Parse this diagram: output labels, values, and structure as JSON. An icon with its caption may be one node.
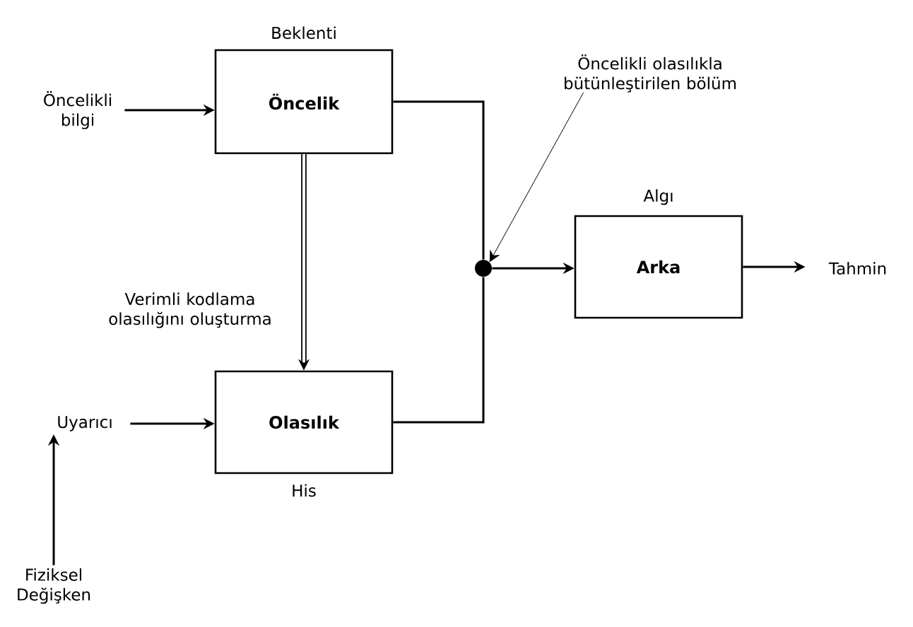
{
  "diagram": {
    "nodes": [
      {
        "text": [
          "Öncelikli bilgi"
        ]
      },
      {
        "text": [
          "Öncelik"
        ],
        "beside": [
          "Beklenti"
        ]
      },
      {
        "text": [
          "Olasılık"
        ],
        "beside": [
          "His"
        ]
      },
      {
        "text": [
          "Uyarıcı"
        ]
      },
      {
        "text": [
          "Fiziksel Değişken"
        ]
      },
      {
        "text": [],
        "shape": "circle"
      },
      {
        "text": [
          "Arka"
        ],
        "beside": [
          "Algı"
        ]
      },
      {
        "text": [
          "Tahmin"
        ]
      },
      {
        "text": [
          "Öncelikli olasılıkla bütünleştirilen bölüm"
        ]
      }
    ],
    "edges": [
      {
        "from": 0,
        "to": 1,
        "arrow": "to"
      },
      {
        "from": 1,
        "to": 2,
        "arrow": "to",
        "label": "Verimli kodlama olasılığını oluşturma",
        "style": "thick"
      },
      {
        "from": 3,
        "to": 2,
        "arrow": "to"
      },
      {
        "from": 4,
        "to": 3,
        "arrow": "to"
      },
      {
        "from": 1,
        "to": 5,
        "arrow": "none"
      },
      {
        "from": 2,
        "to": 5,
        "arrow": "none"
      },
      {
        "from": 5,
        "to": 6,
        "arrow": "to"
      },
      {
        "from": 6,
        "to": 7,
        "arrow": "to"
      },
      {
        "from": 8,
        "to": 5,
        "arrow": "to"
      }
    ]
  }
}
